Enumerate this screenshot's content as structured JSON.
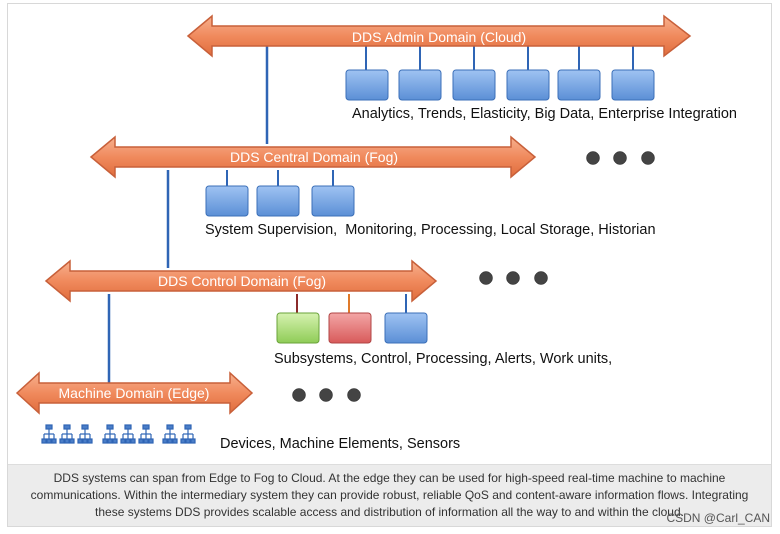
{
  "diagram": {
    "domains": [
      {
        "id": "admin",
        "label": "DDS Admin Domain (Cloud)",
        "description": "Analytics, Trends, Elasticity, Big Data, Enterprise Integration",
        "node_colors": [
          "#6a9fe0",
          "#6a9fe0",
          "#6a9fe0",
          "#6a9fe0",
          "#6a9fe0",
          "#6a9fe0"
        ]
      },
      {
        "id": "central",
        "label": "DDS Central Domain (Fog)",
        "description": "System Supervision,  Monitoring, Processing, Local Storage, Historian",
        "node_colors": [
          "#6a9fe0",
          "#6a9fe0",
          "#6a9fe0"
        ]
      },
      {
        "id": "control",
        "label": "DDS Control Domain (Fog)",
        "description": "Subsystems, Control, Processing, Alerts, Work units,",
        "node_colors": [
          "#9fd86a",
          "#e06a6a",
          "#6a9fe0"
        ]
      },
      {
        "id": "machine",
        "label": "Machine Domain (Edge)",
        "description": "Devices, Machine Elements, Sensors",
        "node_colors": []
      }
    ],
    "colors": {
      "arrow_fill": "#f08a5d",
      "arrow_stroke": "#c8603a",
      "connector": "#2f65b5",
      "node_blue": "#6a9fe0",
      "node_green": "#9fd86a",
      "node_red": "#e06a6a",
      "ellipsis_dot": "#444444"
    }
  },
  "caption": {
    "text": "DDS systems can span from Edge to Fog to Cloud. At the edge they can be used for high-speed real-time machine to machine communications. Within the intermediary system they can provide robust, reliable QoS and content-aware information flows. Integrating these systems DDS provides scalable access and distribution of information all the way to and within the cloud."
  },
  "watermark": {
    "text": "CSDN @Carl_CAN"
  }
}
